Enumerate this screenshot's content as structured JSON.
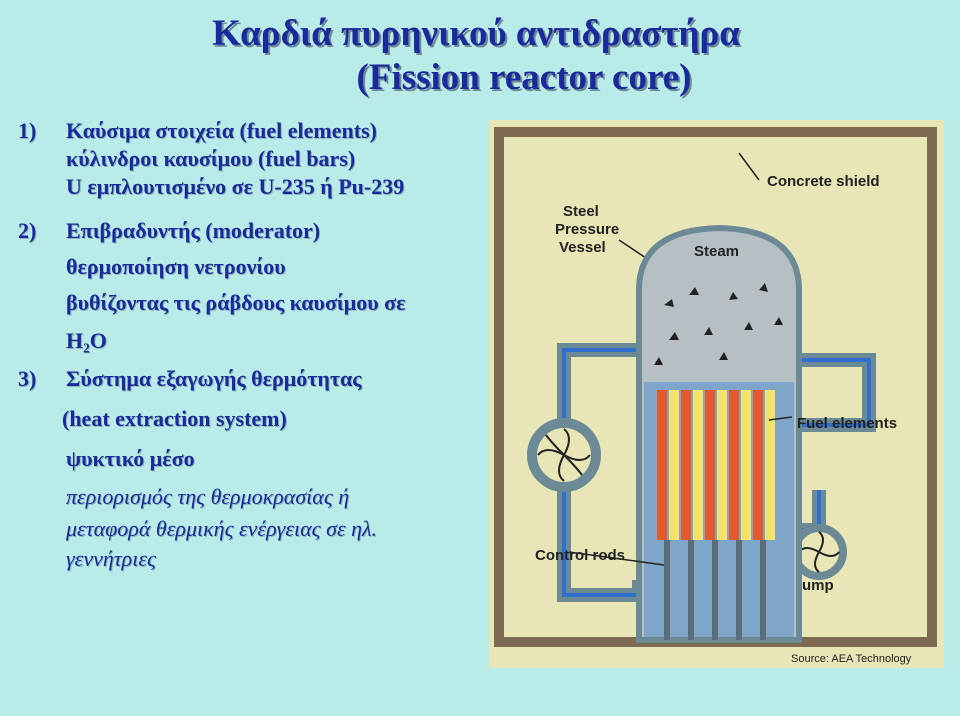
{
  "title": {
    "line1": "Καρδιά πυρηνικού αντιδραστήρα",
    "line2": "(Fission reactor core)"
  },
  "list": {
    "n1": "1)",
    "item1": "Καύσιμα στοιχεία (fuel elements)",
    "item1_sub1": "κύλινδροι  καυσίμου (fuel bars)",
    "item1_sub2": "U εμπλουτισμένο σε U-235 ή Pu-239",
    "n2": "2)",
    "item2": "Επιβραδυντής (moderator)",
    "item2_sub1": "θερμοποίηση νετρονίου",
    "item2_sub2": "βυθίζοντας τις ράβδους καυσίμου σε",
    "item2_sub3": "H₂O",
    "n3": "3)",
    "item3": "Σύστημα εξαγωγής θερμότητας",
    "item3_sub1": "(heat extraction system)",
    "item3_sub2": "ψυκτικό μέσο",
    "item3_sub3": "περιορισμός της θερμοκρασίας ή",
    "item3_sub4": "μεταφορά θερμικής ενέργειας σε ηλ.",
    "item3_sub5": "γεννήτριες"
  },
  "diagram": {
    "concrete_shield": "Concrete shield",
    "steel_pressure_vessel_1": "Steel",
    "steel_pressure_vessel_2": "Pressure",
    "steel_pressure_vessel_3": "Vessel",
    "steam": "Steam",
    "fuel_elements": "Fuel elements",
    "control_rods": "Control rods",
    "pump": "Pump",
    "source": "Source: AEA Technology",
    "colors": {
      "background": "#e8e6b6",
      "shield": "#7e6a52",
      "vessel": "#b6c0c4",
      "pipe": "#6b8a96",
      "water": "#2e6fd0",
      "fuel_red": "#e35a2a",
      "fuel_yellow": "#f6e46a"
    }
  }
}
